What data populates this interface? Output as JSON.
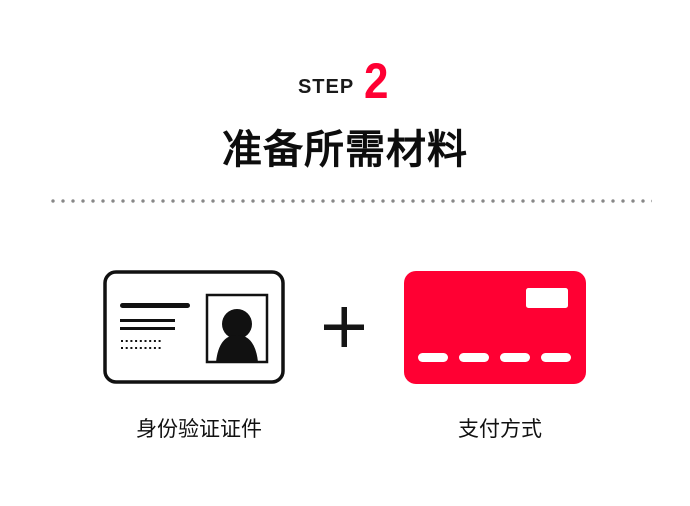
{
  "header": {
    "step_label": "STEP",
    "step_number": "2",
    "title": "准备所需材料"
  },
  "colors": {
    "accent": "#ff0033",
    "text": "#111111",
    "divider_dots": "#888888",
    "background": "#ffffff"
  },
  "items": [
    {
      "icon": "id-card-icon",
      "label": "身份验证证件"
    },
    {
      "icon": "credit-card-icon",
      "label": "支付方式"
    }
  ],
  "connector": {
    "icon": "plus-icon"
  }
}
